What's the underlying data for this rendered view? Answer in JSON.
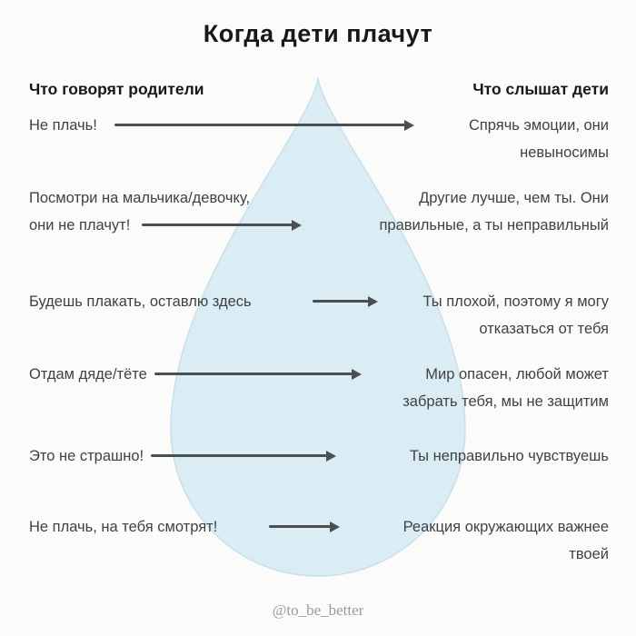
{
  "title": "Когда дети плачут",
  "headers": {
    "left": "Что говорят родители",
    "right": "Что слышат дети"
  },
  "rows": [
    {
      "left": [
        "Не плачь!"
      ],
      "right": [
        "Спрячь эмоции, они",
        "невыносимы"
      ]
    },
    {
      "left": [
        "Посмотри на мальчика/девочку,",
        "они не плачут!"
      ],
      "right": [
        "Другие лучше, чем ты. Они",
        "правильные, а ты неправильный"
      ]
    },
    {
      "left": [
        "Будешь плакать, оставлю здесь"
      ],
      "right": [
        "Ты плохой, поэтому я могу",
        "отказаться от тебя"
      ]
    },
    {
      "left": [
        "Отдам дяде/тёте"
      ],
      "right": [
        "Мир опасен, любой может",
        "забрать тебя, мы не защитим"
      ]
    },
    {
      "left": [
        "Это не страшно!"
      ],
      "right": [
        "Ты неправильно чувствуешь"
      ]
    },
    {
      "left": [
        "Не плачь, на тебя смотрят!"
      ],
      "right": [
        "Реакция окружающих важнее",
        "твоей"
      ]
    }
  ],
  "footer": "@to_be_better",
  "colors": {
    "background": "#fbfbf9",
    "drop_fill": "#daecf4",
    "drop_stroke": "#c9e0ec",
    "arrow": "#4a4f52",
    "text": "#3f4245",
    "heading": "#17181a",
    "footer": "#9b9b9b"
  }
}
